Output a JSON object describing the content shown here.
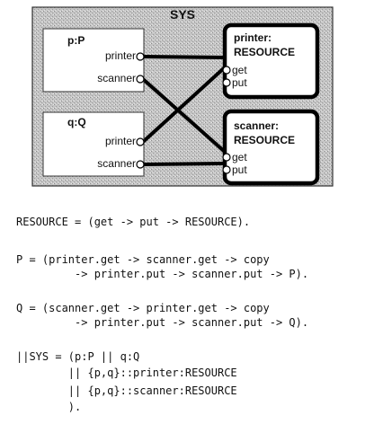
{
  "diagram": {
    "title": "SYS",
    "process_p": {
      "label": "p:P",
      "port_printer": "printer",
      "port_scanner": "scanner"
    },
    "process_q": {
      "label": "q:Q",
      "port_printer": "printer",
      "port_scanner": "scanner"
    },
    "resource_printer": {
      "label_line1": "printer:",
      "label_line2": "RESOURCE",
      "port_get": "get",
      "port_put": "put"
    },
    "resource_scanner": {
      "label_line1": "scanner:",
      "label_line2": "RESOURCE",
      "port_get": "get",
      "port_put": "put"
    }
  },
  "code": {
    "resource_line": "RESOURCE = (get -> put -> RESOURCE).",
    "p_line1": "P = (printer.get -> scanner.get -> copy",
    "p_line2": "         -> printer.put -> scanner.put -> P).",
    "q_line1": "Q = (scanner.get -> printer.get -> copy",
    "q_line2": "         -> printer.put -> scanner.put -> Q).",
    "sys_line1": "||SYS = (p:P || q:Q",
    "sys_line2": "        || {p,q}::printer:RESOURCE",
    "sys_line3": "        || {p,q}::scanner:RESOURCE",
    "sys_line4": "        )."
  }
}
